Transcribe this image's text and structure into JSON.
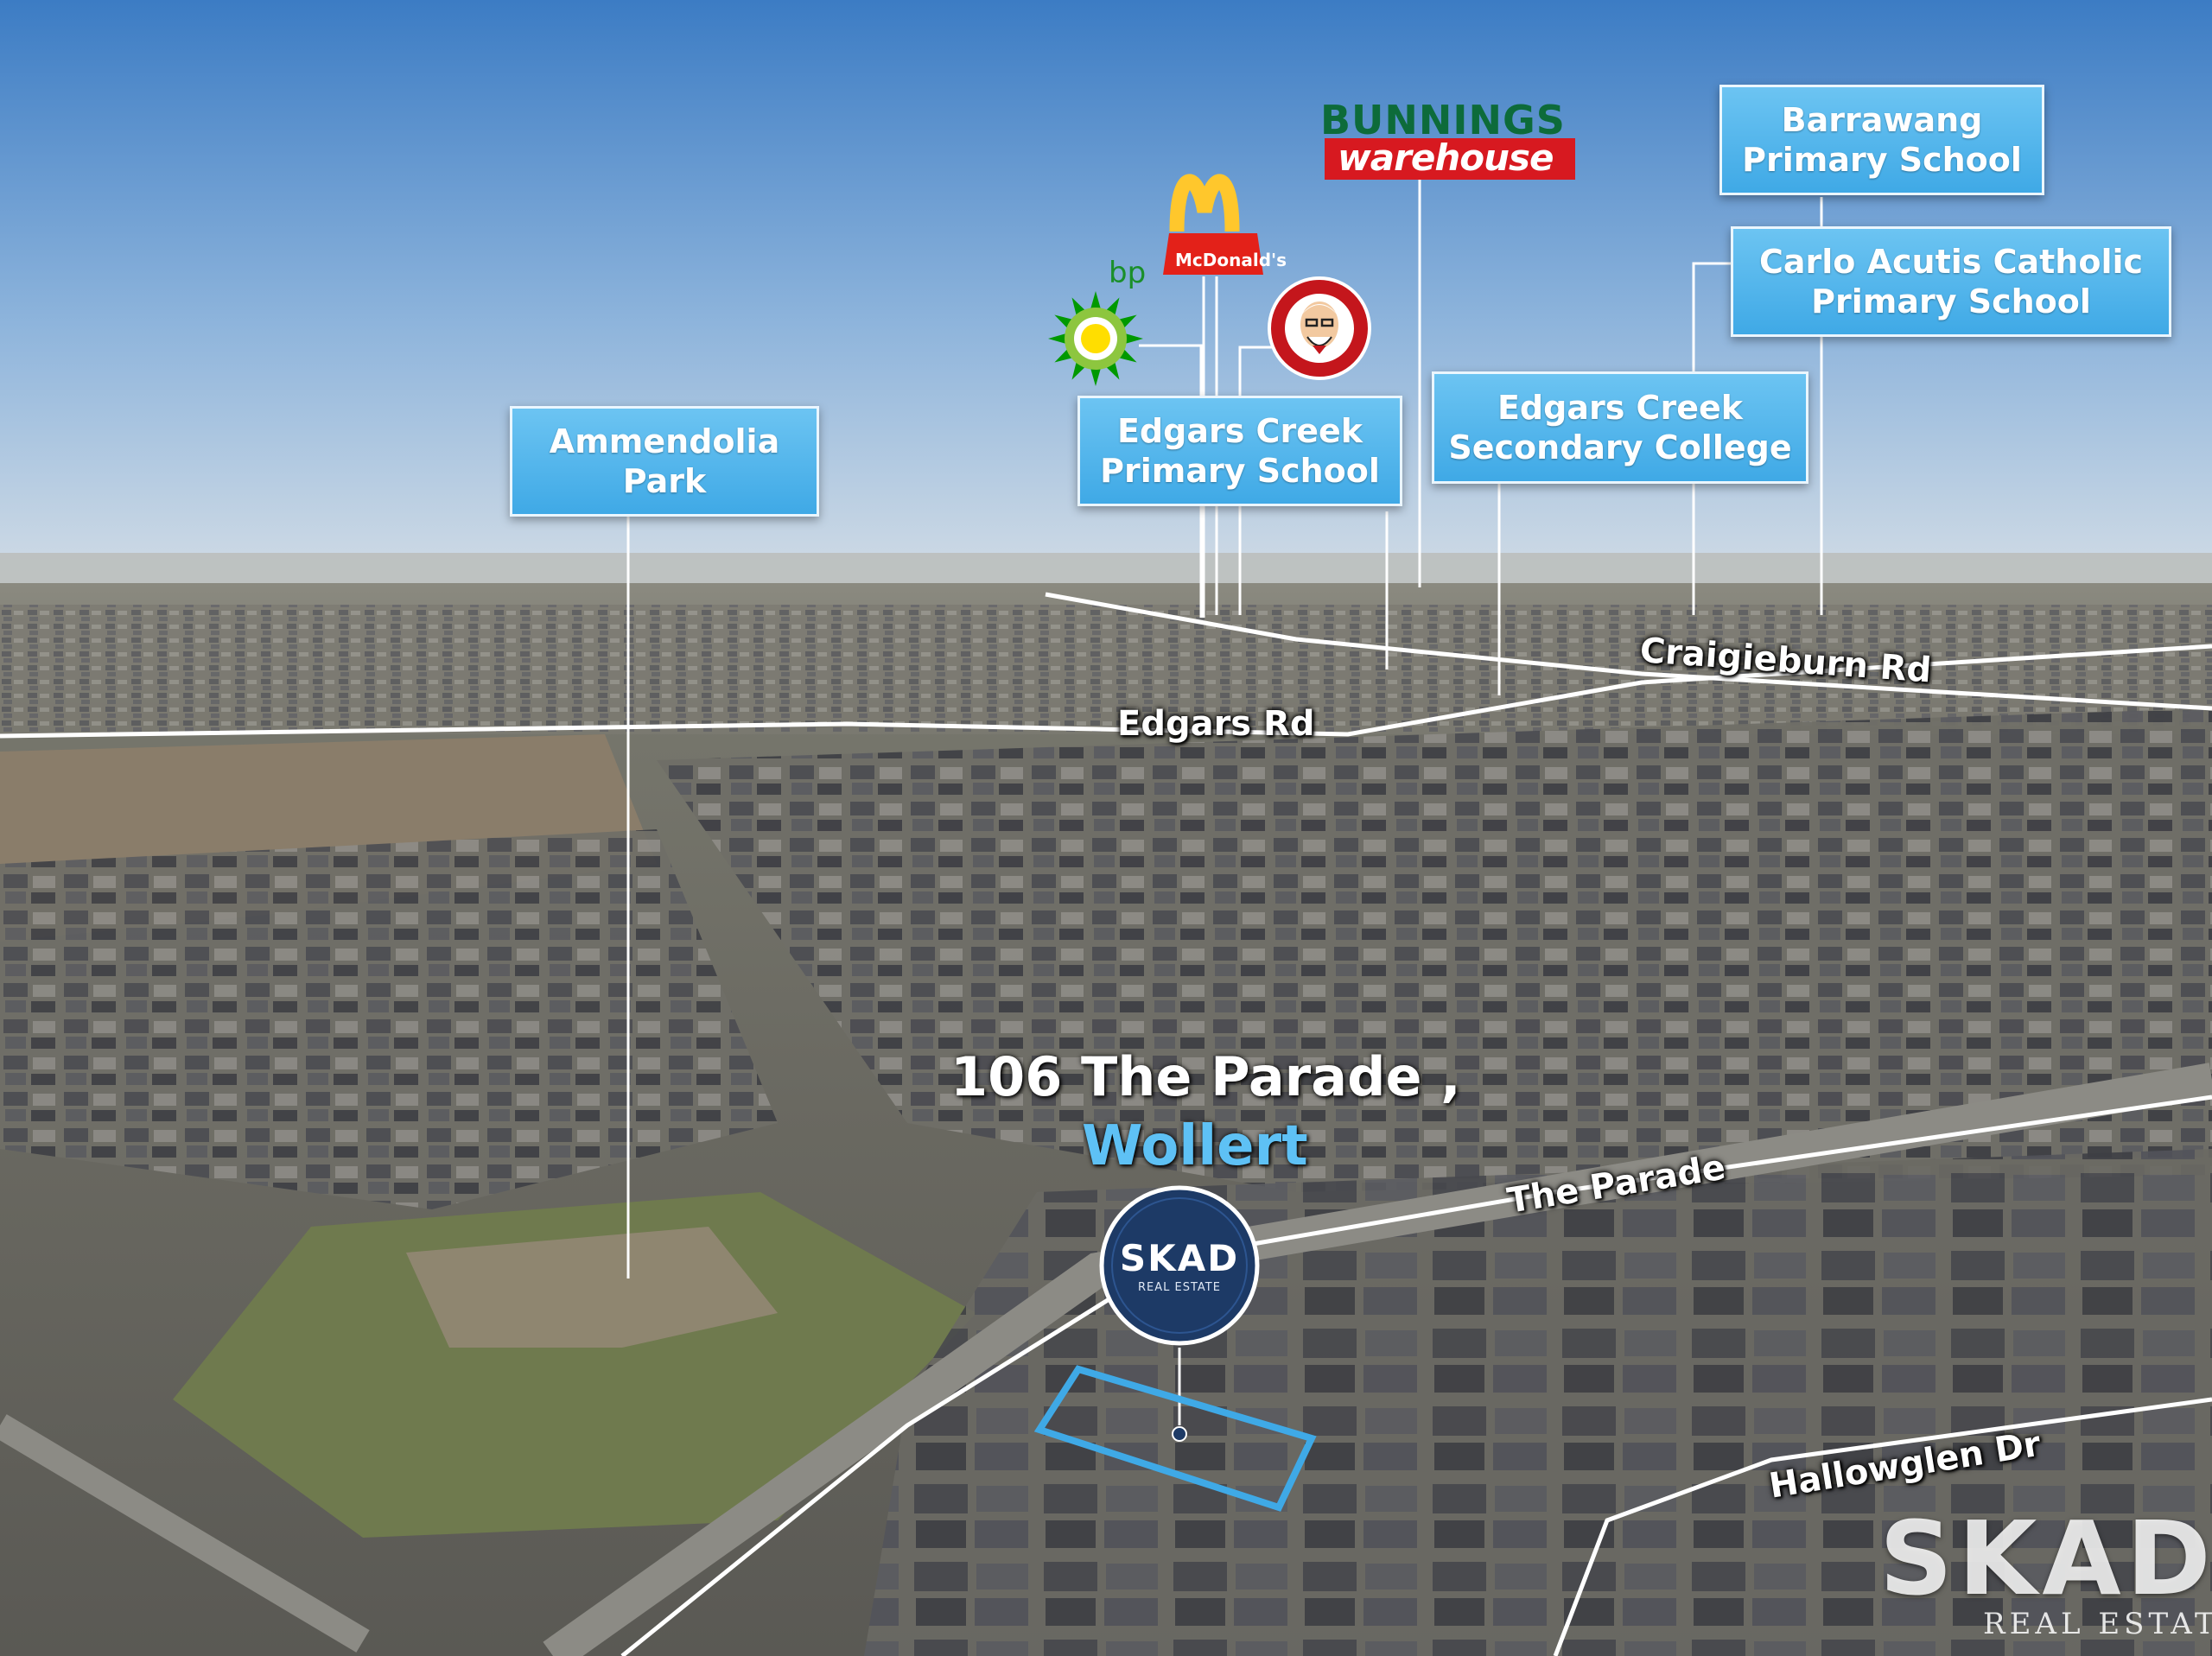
{
  "colors": {
    "label_bg": "#4fb3ec",
    "label_text": "#ffffff",
    "address_line": "#ffffff",
    "suburb": "#5ec1f5",
    "property_outline": "#3fa9e6",
    "sky_top": "#3f7fc7",
    "badge_bg": "#1d3a66"
  },
  "places": [
    {
      "name": "Ammendolia\nPark"
    },
    {
      "name": "Edgars Creek\nPrimary School"
    },
    {
      "name": "Edgars Creek\nSecondary College"
    },
    {
      "name": "Barrawang\nPrimary School"
    },
    {
      "name": "Carlo Acutis Catholic\nPrimary School"
    }
  ],
  "brands": {
    "bunnings_top": "BUNNINGS",
    "bunnings_bottom": "warehouse",
    "mcdonalds": "McDonald's",
    "bp": "bp",
    "kfc": "kfc-logo-icon"
  },
  "roads": [
    {
      "name": "Craigieburn Rd"
    },
    {
      "name": "Edgars Rd"
    },
    {
      "name": "The Parade"
    },
    {
      "name": "Hallowglen Dr"
    }
  ],
  "property": {
    "address_line": "106 The Parade ,",
    "suburb": "Wollert"
  },
  "badge": {
    "brand": "SKAD",
    "sub": "REAL ESTATE"
  },
  "watermark": {
    "brand": "SKAD",
    "sub": "REAL ESTATE"
  }
}
